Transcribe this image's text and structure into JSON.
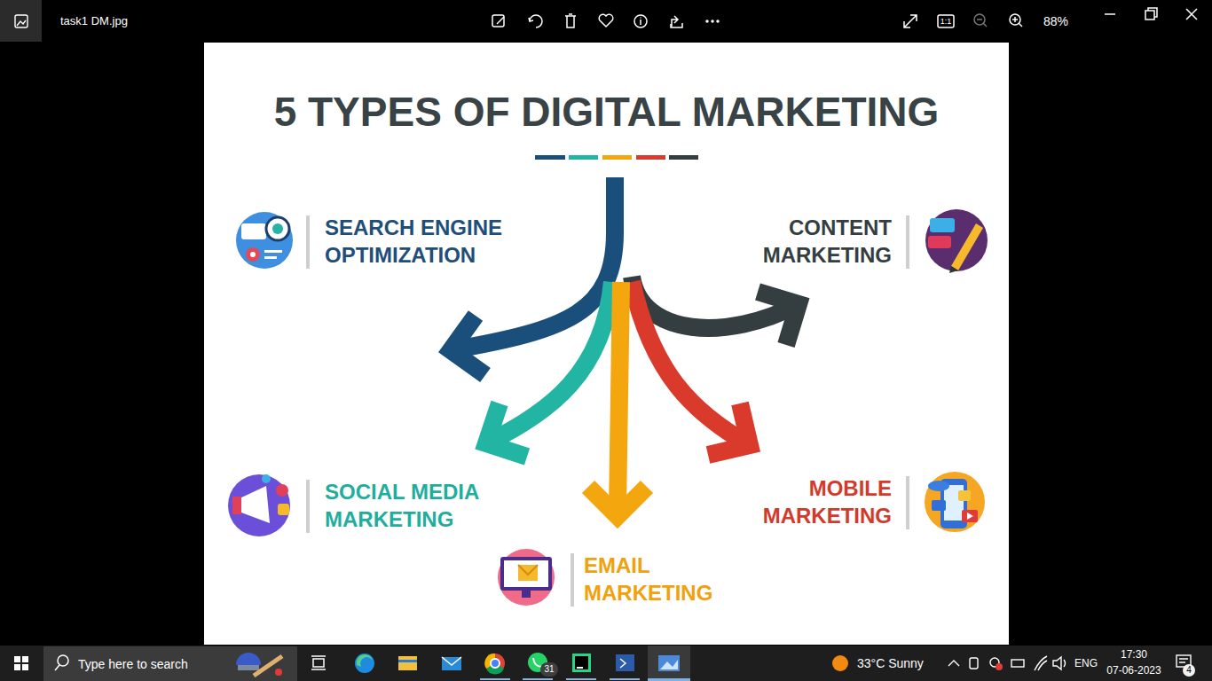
{
  "diagram": {
    "title": "5 TYPES OF DIGITAL MARKETING",
    "labels": [
      "task1 DM.jpg",
      "1:1",
      "88%",
      "SEARCH ENGINE OPTIMIZATION",
      "CONTENT MARKETING",
      "SOCIAL MEDIA MARKETING",
      "MOBILE MARKETING",
      "EMAIL MARKETING",
      "Type here to search",
      "31",
      "33°C Sunny",
      "ENG",
      "17:30",
      "07-06-2023",
      "4"
    ]
  }
}
